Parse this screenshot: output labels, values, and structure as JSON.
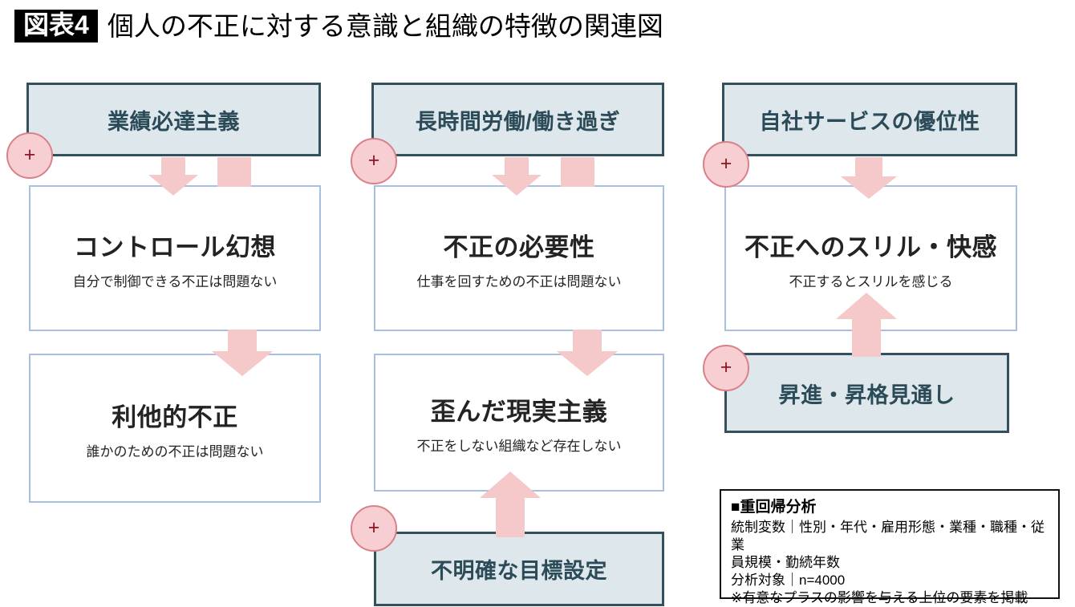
{
  "header": {
    "figure_badge": "図表4",
    "title": "個人の不正に対する意識と組織の特徴の関連図"
  },
  "plus_marker": "+",
  "colors": {
    "head_fill": "#dde7ec",
    "head_border": "#33505c",
    "head_text": "#2c4b58",
    "plain_border": "#a9bfe0",
    "arrow_fill": "#f5c8c9",
    "plus_fill": "#f7ced2",
    "plus_border": "#d98089",
    "plus_glyph": "#8c1622",
    "badge_bg": "#000000"
  },
  "columns": [
    {
      "id": "column-1",
      "nodes": [
        {
          "kind": "driver",
          "name": "gyoseki-hittatsu",
          "title": "業績必達主義",
          "subtitle": "",
          "plus": true
        },
        {
          "kind": "outcome",
          "name": "control-illusion",
          "title": "コントロール幻想",
          "subtitle": "自分で制御できる不正は問題ない",
          "plus": false
        },
        {
          "kind": "outcome",
          "name": "altruistic-fraud",
          "title": "利他的不正",
          "subtitle": "誰かのための不正は問題ない",
          "plus": false
        }
      ]
    },
    {
      "id": "column-2",
      "nodes": [
        {
          "kind": "driver",
          "name": "long-working-hours",
          "title": "長時間労働/働き過ぎ",
          "subtitle": "",
          "plus": true
        },
        {
          "kind": "outcome",
          "name": "necessity-of-fraud",
          "title": "不正の必要性",
          "subtitle": "仕事を回すための不正は問題ない",
          "plus": false
        },
        {
          "kind": "outcome",
          "name": "distorted-realism",
          "title": "歪んだ現実主義",
          "subtitle": "不正をしない組織など存在しない",
          "plus": false
        },
        {
          "kind": "driver",
          "name": "unclear-goal-setting",
          "title": "不明確な目標設定",
          "subtitle": "",
          "plus": true
        }
      ]
    },
    {
      "id": "column-3",
      "nodes": [
        {
          "kind": "driver",
          "name": "own-service-superiority",
          "title": "自社サービスの優位性",
          "subtitle": "",
          "plus": true
        },
        {
          "kind": "outcome",
          "name": "thrill-of-fraud",
          "title": "不正へのスリル・快感",
          "subtitle": "不正するとスリルを感じる",
          "plus": false
        },
        {
          "kind": "driver",
          "name": "promotion-outlook",
          "title": "昇進・昇格見通し",
          "subtitle": "",
          "plus": true
        }
      ]
    }
  ],
  "legend": {
    "heading": "■重回帰分析",
    "lines": [
      "統制変数｜性別・年代・雇用形態・業種・職種・従業",
      "員規模・勤続年数",
      "分析対象｜n=4000",
      "※有意なプラスの影響を与える上位の要素を掲載"
    ]
  }
}
